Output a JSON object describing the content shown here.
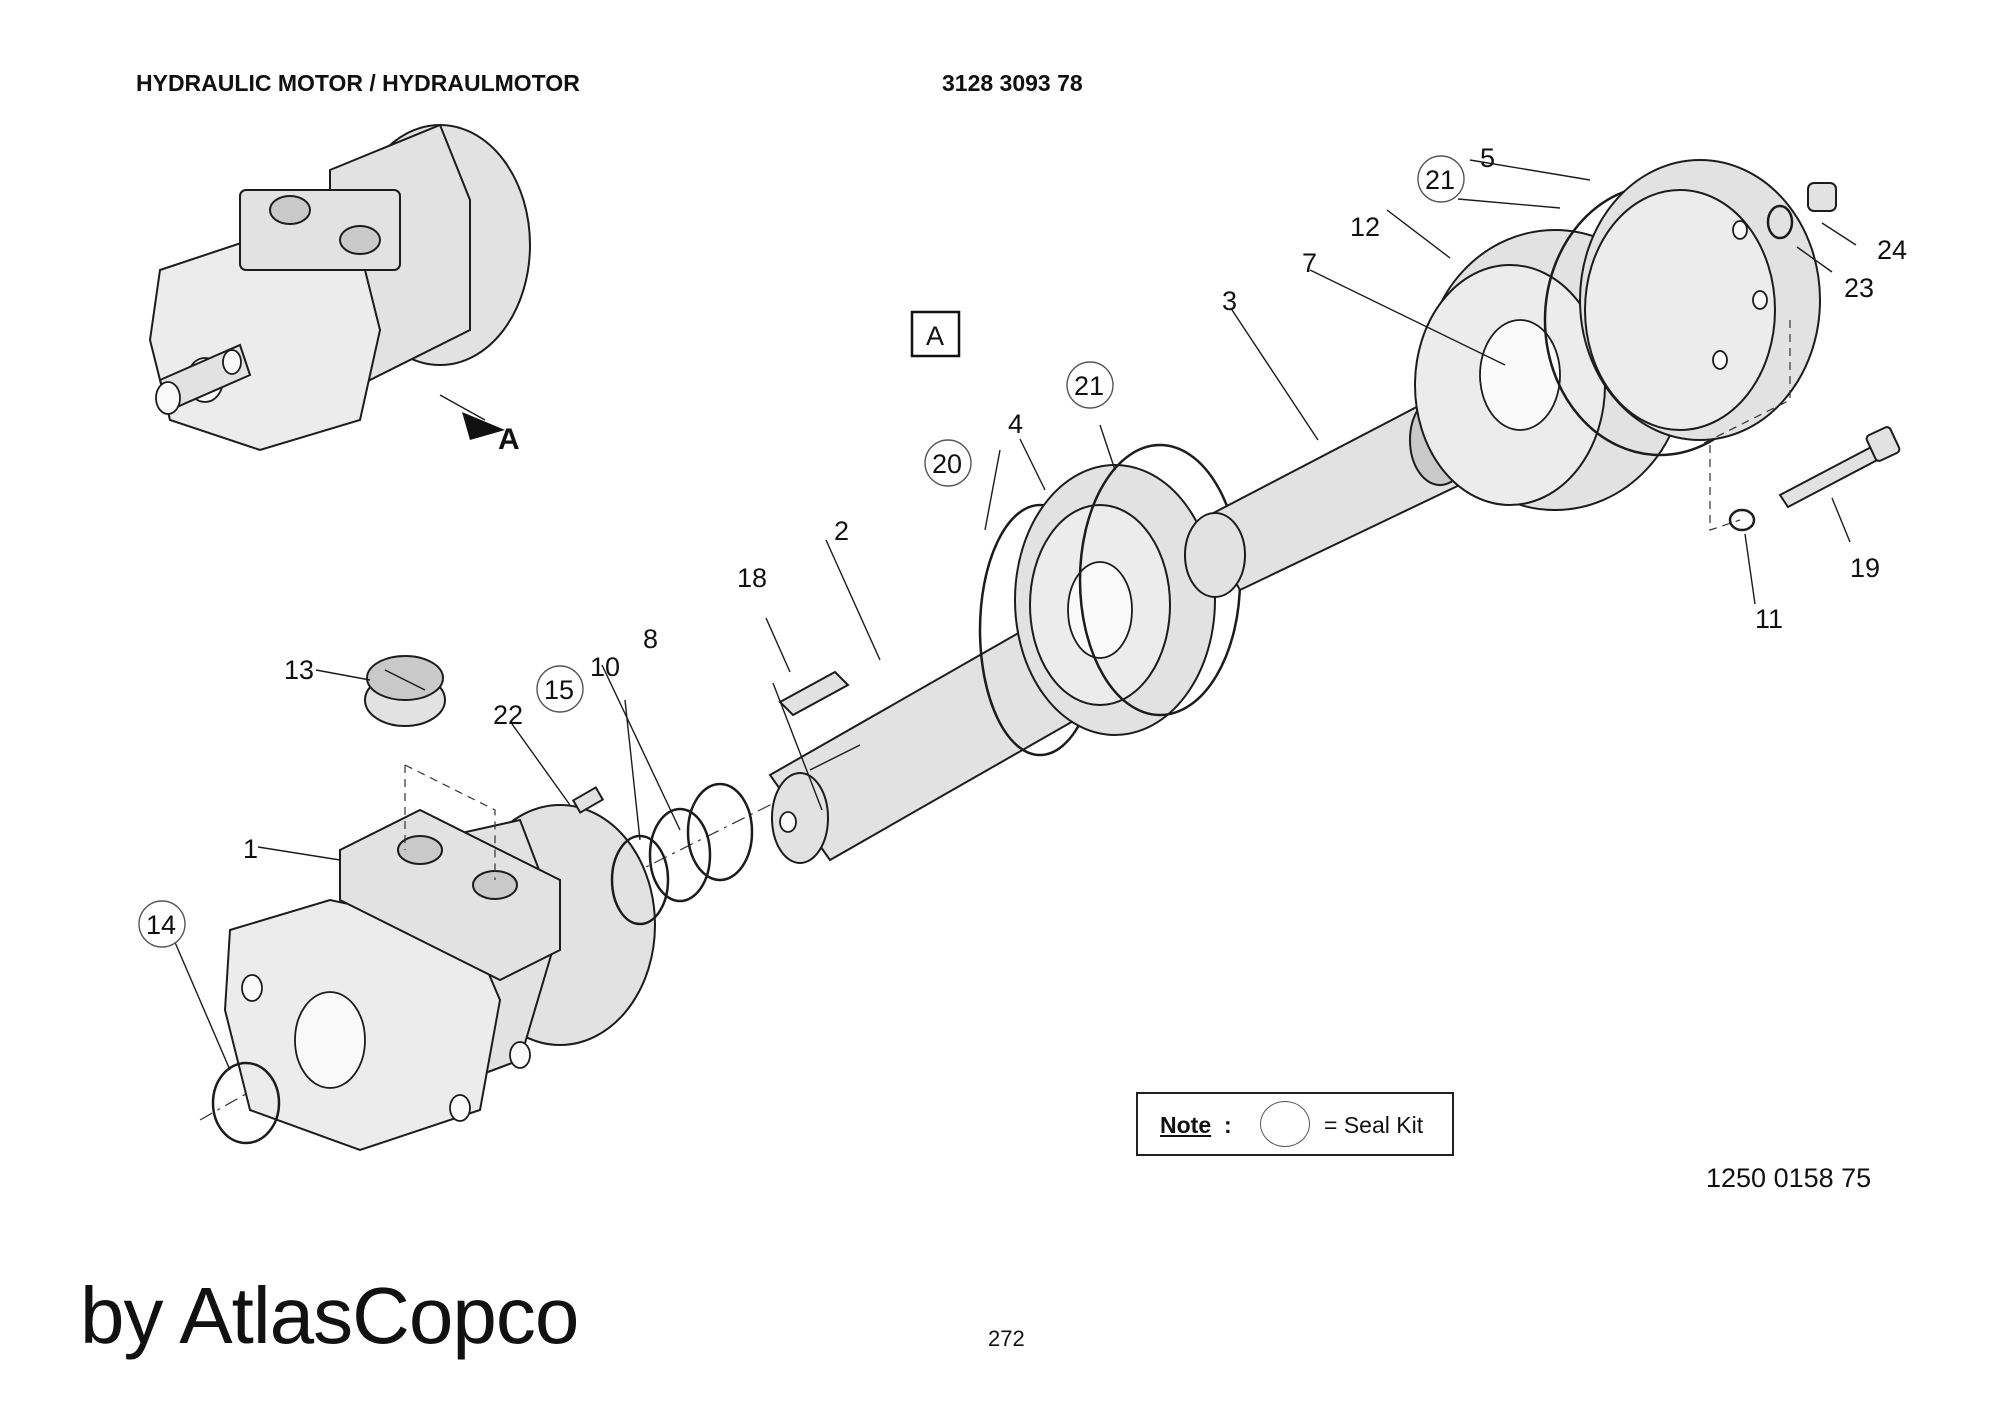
{
  "header": {
    "title": "HYDRAULIC MOTOR / HYDRAULMOTOR",
    "part_number": "3128 3093 78"
  },
  "view_marker": "A",
  "view_arrow_label": "A",
  "callouts": {
    "c1": "1",
    "c2": "2",
    "c3": "3",
    "c4": "4",
    "c5": "5",
    "c7": "7",
    "c8": "8",
    "c10": "10",
    "c11": "11",
    "c12": "12",
    "c13": "13",
    "c14": "14",
    "c15": "15",
    "c18": "18",
    "c19": "19",
    "c20": "20",
    "c21a": "21",
    "c21b": "21",
    "c22": "22",
    "c23": "23",
    "c24": "24"
  },
  "note": {
    "label": "Note",
    "colon": ":",
    "text": "= Seal Kit"
  },
  "drawing_number": "1250 0158 75",
  "brand": "by AtlasCopco",
  "page_number": "272"
}
